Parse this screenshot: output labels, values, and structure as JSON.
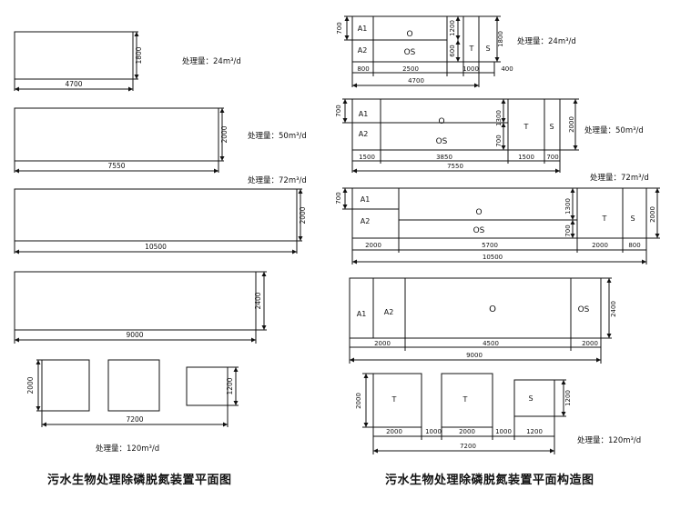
{
  "left": {
    "caption": "污水生物处理除磷脱氮装置平面图",
    "plans": [
      {
        "capacity": "处理量：24m³/d",
        "length": "4700",
        "width": "1800"
      },
      {
        "capacity": "处理量：50m³/d",
        "length": "7550",
        "width": "2000"
      },
      {
        "capacity": "处理量：72m³/d",
        "length": "10500",
        "width": "2000"
      },
      {
        "capacity": "",
        "length": "9000",
        "width": "2400"
      }
    ],
    "plan5": {
      "capacity": "处理量：120m³/d",
      "total": "7200",
      "h_big": "2000",
      "h_small": "1200"
    }
  },
  "right": {
    "caption": "污水生物处理除磷脱氮装置平面构造图",
    "p1": {
      "capacity": "处理量：24m³/d",
      "labels": {
        "a1": "A1",
        "a2": "A2",
        "o": "O",
        "os": "OS",
        "t": "T",
        "s": "S"
      },
      "dims": {
        "h700": "700",
        "h1200": "1200",
        "h600": "600",
        "h1800": "1800",
        "w800": "800",
        "w2500": "2500",
        "w1000": "1000",
        "w400": "400",
        "total": "4700"
      }
    },
    "p2": {
      "capacity": "处理量：50m³/d",
      "labels": {
        "a1": "A1",
        "a2": "A2",
        "o": "O",
        "os": "OS",
        "t": "T",
        "s": "S"
      },
      "dims": {
        "h700": "700",
        "h1300": "1300",
        "h700b": "700",
        "h2000": "2000",
        "w1500a": "1500",
        "w3850": "3850",
        "w1500b": "1500",
        "w700": "700",
        "total": "7550"
      }
    },
    "p3": {
      "capacity": "处理量：72m³/d",
      "labels": {
        "a1": "A1",
        "a2": "A2",
        "o": "O",
        "os": "OS",
        "t": "T",
        "s": "S"
      },
      "dims": {
        "h700": "700",
        "h1300": "1300",
        "h700b": "700",
        "h2000": "2000",
        "w2000a": "2000",
        "w5700": "5700",
        "w2000b": "2000",
        "w800": "800",
        "total": "10500"
      }
    },
    "p4": {
      "labels": {
        "a1": "A1",
        "a2": "A2",
        "o": "O",
        "os": "OS"
      },
      "dims": {
        "h2400": "2400",
        "w2000a": "2000",
        "w4500": "4500",
        "w2000b": "2000",
        "total": "9000"
      }
    },
    "p5": {
      "capacity": "处理量：120m³/d",
      "labels": {
        "t1": "T",
        "t2": "T",
        "s": "S"
      },
      "dims": {
        "h2000": "2000",
        "h1200": "1200",
        "w2000a": "2000",
        "w1000a": "1000",
        "w2000b": "2000",
        "w1000b": "1000",
        "w1200": "1200",
        "total": "7200"
      }
    }
  }
}
